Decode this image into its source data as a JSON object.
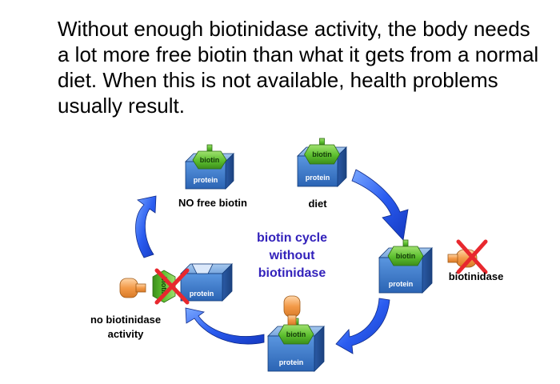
{
  "heading": "Without enough biotinidase activity, the body needs a lot more free biotin than what it gets from a normal diet. When this is not available, health problems usually result.",
  "center_text": [
    "biotin cycle",
    "without",
    "biotinidase"
  ],
  "labels": {
    "no_free_biotin": "NO free biotin",
    "diet": "diet",
    "biotinidase": "biotinidase",
    "no_activity": [
      "no biotinidase",
      "activity"
    ]
  },
  "molecule": {
    "biotin": "biotin",
    "protein": "protein"
  },
  "colors": {
    "biotin_green": "#66cc33",
    "protein_blue": "#3a78c8",
    "arrow_blue": "#1e50e6",
    "enzyme_orange": "#f3a25a",
    "cross_red": "#e8282e",
    "center_text": "#3322bb"
  }
}
